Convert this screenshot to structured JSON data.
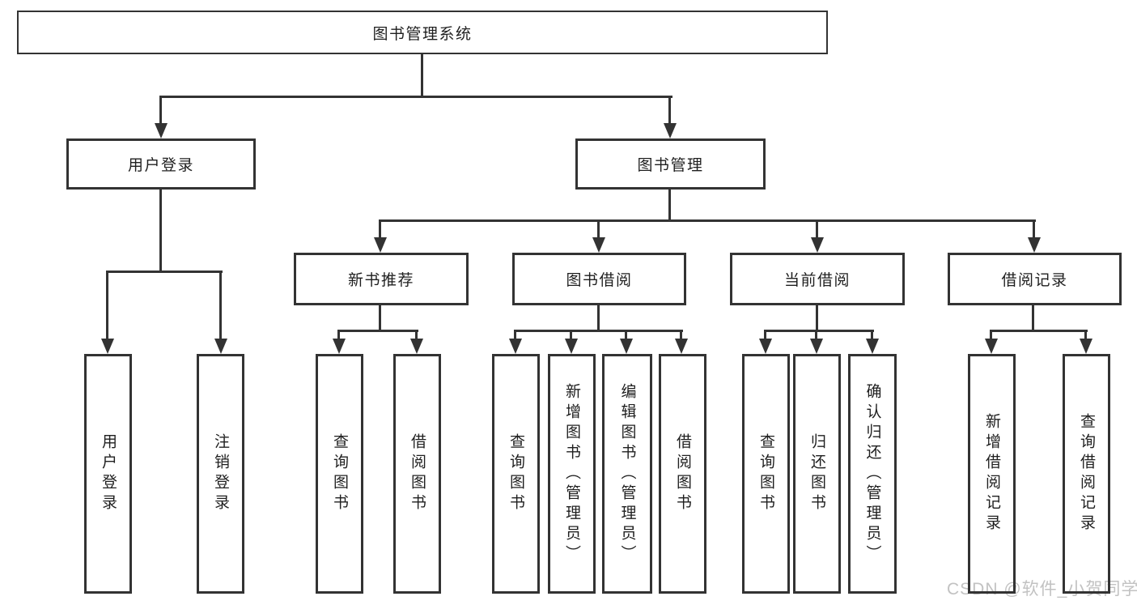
{
  "diagram_title": "图书管理系统",
  "tree": {
    "root": {
      "label": "图书管理系统"
    },
    "branches": [
      {
        "label": "用户登录",
        "children": [
          {
            "label": "用户登录"
          },
          {
            "label": "注销登录"
          }
        ]
      },
      {
        "label": "图书管理",
        "children": [
          {
            "label": "新书推荐",
            "children": [
              {
                "label": "查询图书"
              },
              {
                "label": "借阅图书"
              }
            ]
          },
          {
            "label": "图书借阅",
            "children": [
              {
                "label": "查询图书"
              },
              {
                "label": "新增图书（管理员）"
              },
              {
                "label": "编辑图书（管理员）"
              },
              {
                "label": "借阅图书"
              }
            ]
          },
          {
            "label": "当前借阅",
            "children": [
              {
                "label": "查询图书"
              },
              {
                "label": "归还图书"
              },
              {
                "label": "确认归还（管理员）"
              }
            ]
          },
          {
            "label": "借阅记录",
            "children": [
              {
                "label": "新增借阅记录"
              },
              {
                "label": "查询借阅记录"
              }
            ]
          }
        ]
      }
    ]
  },
  "watermark": {
    "text": "CSDN @软件_小贺同学"
  },
  "colors": {
    "line": "#333333",
    "text": "#1f1f1f",
    "background": "#ffffff",
    "watermark": "#c2c2c2"
  }
}
